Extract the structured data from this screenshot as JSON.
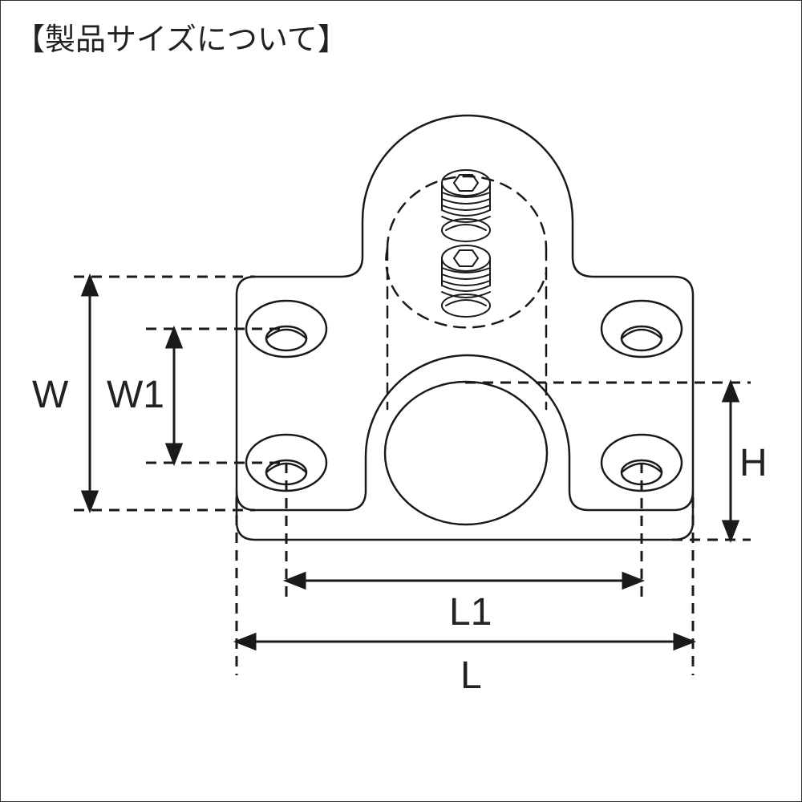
{
  "title": "【製品サイズについて】",
  "labels": {
    "w": "W",
    "w1": "W1",
    "h": "H",
    "l1": "L1",
    "l": "L"
  },
  "colors": {
    "line": "#1a1a1a",
    "background": "#ffffff"
  }
}
